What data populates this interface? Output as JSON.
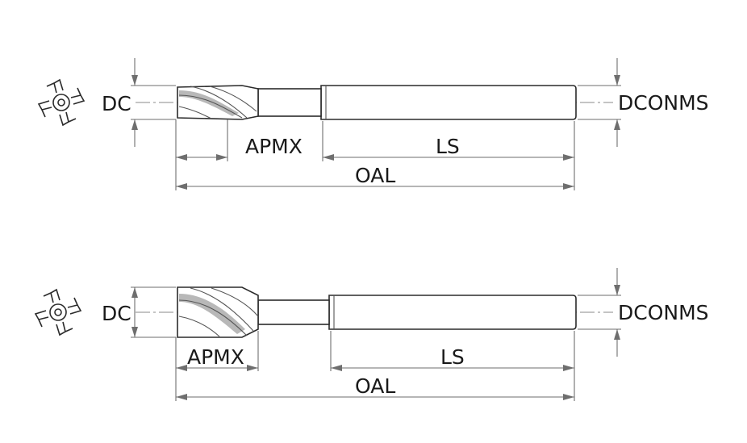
{
  "diagrams": [
    {
      "labels": {
        "dc": "DC",
        "dconms": "DCONMS",
        "apmx": "APMX",
        "ls": "LS",
        "oal": "OAL"
      }
    },
    {
      "labels": {
        "dc": "DC",
        "dconms": "DCONMS",
        "apmx": "APMX",
        "ls": "LS",
        "oal": "OAL"
      }
    }
  ],
  "colors": {
    "outline": "#2b2b2b",
    "dimension": "#6e6e6e",
    "centerline": "#8a8a8a"
  }
}
